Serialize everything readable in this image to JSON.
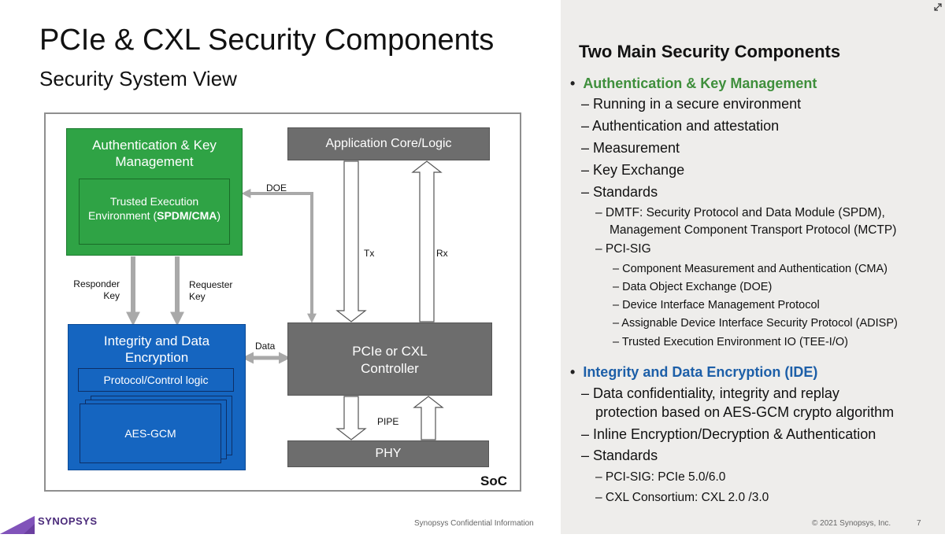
{
  "slide": {
    "title": "PCIe & CXL Security Components",
    "subtitle": "Security System View"
  },
  "diagram": {
    "auth_box_title": "Authentication & Key Management",
    "tee_line1": "Trusted Execution",
    "tee_line2_prefix": "Environment (",
    "tee_line2_bold": "SPDM/CMA",
    "tee_line2_suffix": ")",
    "ide_title": "Integrity and Data Encryption",
    "protocol_logic": "Protocol/Control logic",
    "aes": "AES-GCM",
    "app_core": "Application Core/Logic",
    "controller_line1": "PCIe or CXL",
    "controller_line2": "Controller",
    "phy": "PHY",
    "soc": "SoC",
    "labels": {
      "doe": "DOE",
      "tx": "Tx",
      "rx": "Rx",
      "responder_key_1": "Responder",
      "responder_key_2": "Key",
      "requester_key_1": "Requester",
      "requester_key_2": "Key",
      "data": "Data",
      "pipe": "PIPE"
    },
    "colors": {
      "auth_green": "#2fa345",
      "ide_blue": "#1565c0",
      "block_gray": "#6d6d6d",
      "arrow_gray": "#a9a9a9"
    }
  },
  "panel": {
    "heading": "Two Main Security Components",
    "section1": {
      "title": "Authentication & Key Management",
      "items": [
        "– Running in a secure environment",
        "– Authentication and attestation",
        "– Measurement",
        "– Key Exchange",
        "– Standards"
      ],
      "standards": [
        "– DMTF: Security Protocol and Data Module (SPDM),",
        "Management Component Transport Protocol (MCTP)",
        "– PCI-SIG"
      ],
      "pcisig": [
        "– Component Measurement and Authentication (CMA)",
        "– Data Object Exchange (DOE)",
        "– Device Interface Management Protocol",
        "– Assignable Device Interface Security Protocol (ADISP)",
        "– Trusted Execution Environment IO (TEE-I/O)"
      ]
    },
    "section2": {
      "title": "Integrity and Data Encryption (IDE)",
      "items": [
        "– Data confidentiality, integrity and replay",
        "protection based on AES-GCM crypto algorithm",
        "– Inline Encryption/Decryption & Authentication",
        "– Standards"
      ],
      "standards": [
        "– PCI-SIG: PCIe 5.0/6.0",
        "– CXL Consortium: CXL 2.0 /3.0"
      ]
    }
  },
  "footer": {
    "logo": "SYNOPSYS",
    "confidential": "Synopsys Confidential Information",
    "copyright": "© 2021 Synopsys, Inc.",
    "page_number": "7"
  }
}
